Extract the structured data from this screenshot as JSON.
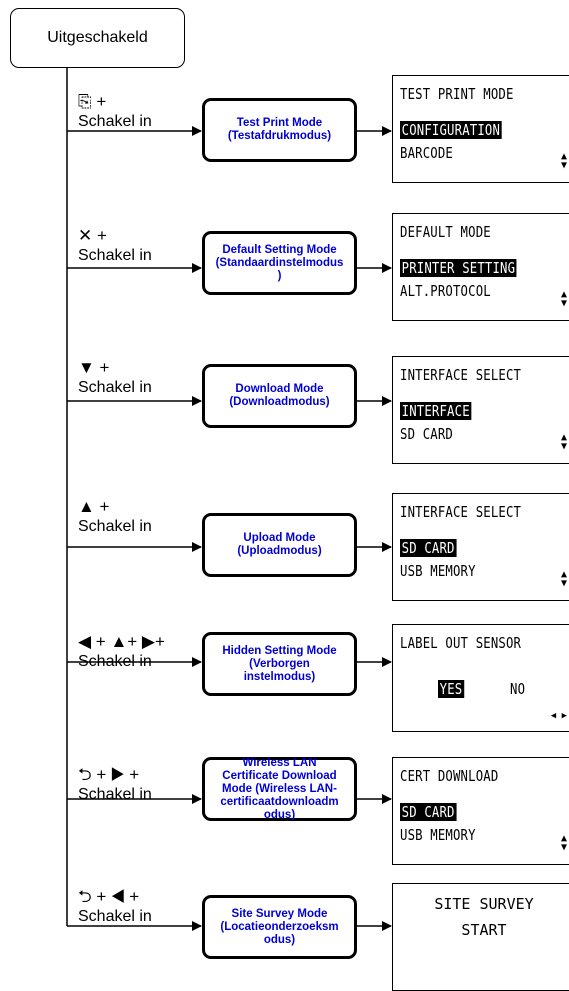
{
  "start": "Uitgeschakeld",
  "rows": [
    {
      "keys": "⎘ +",
      "label": "Schakel in",
      "mode": [
        "Test Print Mode",
        "(Testafdrukmodus)"
      ],
      "lcd": {
        "title": "TEST PRINT MODE",
        "selected": "CONFIGURATION",
        "next": "BARCODE",
        "nav": "updown"
      }
    },
    {
      "keys": "✕ +",
      "label": "Schakel in",
      "mode": [
        "Default Setting Mode",
        "(Standaardinstelmodus",
        ")"
      ],
      "lcd": {
        "title": "DEFAULT MODE",
        "selected": "PRINTER SETTING",
        "next": "ALT.PROTOCOL",
        "nav": "updown"
      }
    },
    {
      "keys": "▼ +",
      "label": "Schakel in",
      "mode": [
        "Download Mode",
        "(Downloadmodus)"
      ],
      "lcd": {
        "title": "INTERFACE SELECT",
        "selected": "INTERFACE",
        "next": "SD CARD",
        "nav": "updown"
      }
    },
    {
      "keys": "▲ +",
      "label": "Schakel in",
      "mode": [
        "Upload Mode",
        "(Uploadmodus)"
      ],
      "lcd": {
        "title": "INTERFACE SELECT",
        "selected": "SD CARD",
        "next": "USB MEMORY",
        "nav": "updown"
      }
    },
    {
      "keys": "◀ + ▲+  ▶+",
      "label": "Schakel in",
      "mode": [
        "Hidden Setting Mode",
        "(Verborgen",
        "instelmodus)"
      ],
      "lcd": {
        "title": "LABEL OUT SENSOR",
        "selected": "YES",
        "next": "NO",
        "nav": "leftright"
      }
    },
    {
      "keys": "⮌ + ▶ +",
      "label": "Schakel in",
      "mode": [
        "Wireless LAN",
        "Certificate Download",
        "Mode (Wireless LAN-",
        "certificaatdownloadm",
        "odus)"
      ],
      "lcd": {
        "title": "CERT DOWNLOAD",
        "selected": "SD CARD",
        "next": "USB MEMORY",
        "nav": "updown"
      }
    },
    {
      "keys": "⮌ + ◀ +",
      "label": "Schakel in",
      "mode": [
        "Site Survey Mode",
        "(Locatieonderzoeksm",
        "odus)"
      ],
      "lcd": {
        "title": "SITE SURVEY",
        "selected": "START",
        "next": "",
        "nav": "none"
      }
    }
  ],
  "colors": {
    "mode_text": "#0000d6",
    "lines": "#000000"
  }
}
